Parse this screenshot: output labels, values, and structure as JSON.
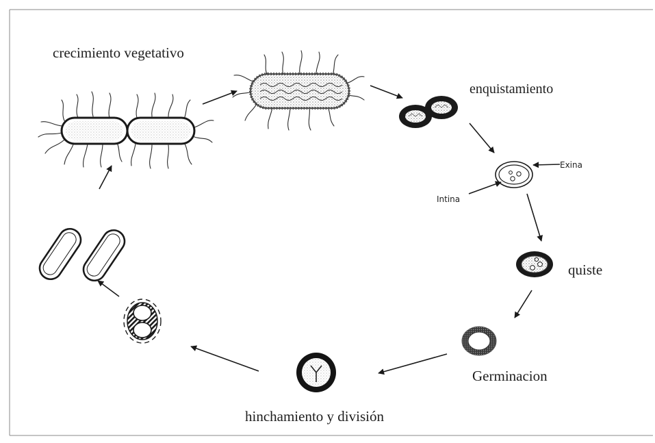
{
  "diagram": {
    "labels": {
      "vegetative_growth": "crecimiento vegetativo",
      "encystment": "enquistamiento",
      "exine": "Exina",
      "intine": "Intina",
      "cyst": "quiste",
      "germination": "Germinacion",
      "swelling_division": "hinchamiento y división"
    },
    "colors": {
      "ink": "#1e1e1e",
      "frame": "#888888",
      "stipple": "#9a9a9a"
    }
  }
}
